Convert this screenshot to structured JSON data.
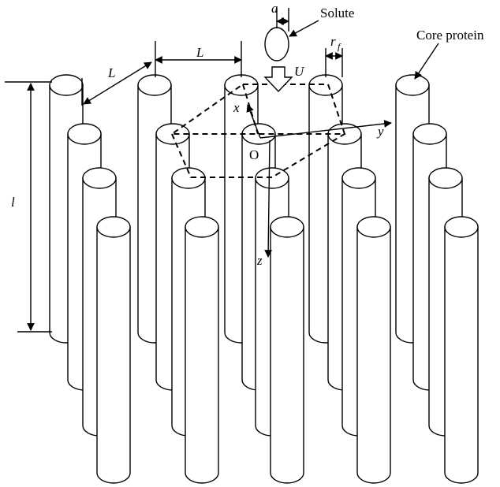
{
  "labels": {
    "solute": "Solute",
    "solute_radius": "a",
    "core_protein": "Core protein",
    "spacing_diag": "L",
    "spacing_top": "L",
    "fiber_radius": "r",
    "fiber_radius_sub": "f",
    "flow_velocity": "U",
    "length": "l",
    "axis_x": "x",
    "axis_y": "y",
    "axis_z": "z",
    "origin": "O"
  }
}
